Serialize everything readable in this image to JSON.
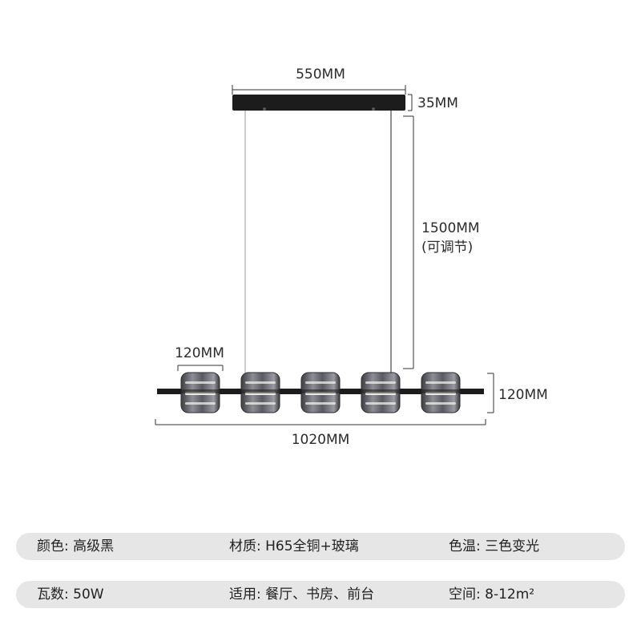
{
  "dimensions": {
    "ceiling_width": "550MM",
    "ceiling_height": "35MM",
    "cord_length": "1500MM",
    "cord_note": "(可调节)",
    "shade_width": "120MM",
    "shade_height": "120MM",
    "total_length": "1020MM"
  },
  "specs": {
    "row1": {
      "color": {
        "label": "颜色:",
        "value": "高级黑"
      },
      "material": {
        "label": "材质:",
        "value": "H65全铜+玻璃"
      },
      "color_temp": {
        "label": "色温:",
        "value": "三色变光"
      }
    },
    "row2": {
      "wattage": {
        "label": "瓦数:",
        "value": "50W"
      },
      "usage": {
        "label": "适用:",
        "value": "餐厅、书房、前台"
      },
      "space": {
        "label": "空间:",
        "value": "8-12m²"
      }
    }
  },
  "colors": {
    "fixture_black": "#1c1c1c",
    "glass_smoke": "#5a5a62",
    "led_glow": "#f2efe8",
    "spec_bar": "#e6e6e6"
  }
}
